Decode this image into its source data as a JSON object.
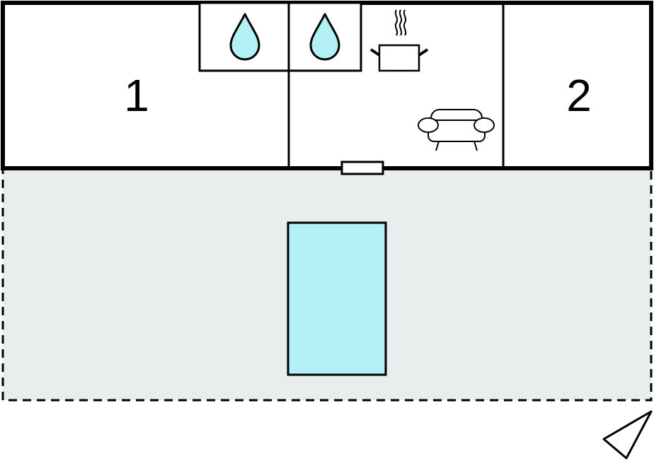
{
  "colors": {
    "wall": "#000000",
    "terrace_fill": "#e8eeed",
    "water_fill": "#b3f0f5",
    "background": "#ffffff"
  },
  "rooms": [
    {
      "id": "bedroom-1",
      "label": "1"
    },
    {
      "id": "bedroom-2",
      "label": "2"
    }
  ],
  "icons": {
    "bathroom": "water-drop-icon",
    "kitchen": "cooking-pot-icon",
    "living": "sofa-icon",
    "orientation": "north-arrow-icon",
    "outdoor_pool": "pool-icon"
  }
}
